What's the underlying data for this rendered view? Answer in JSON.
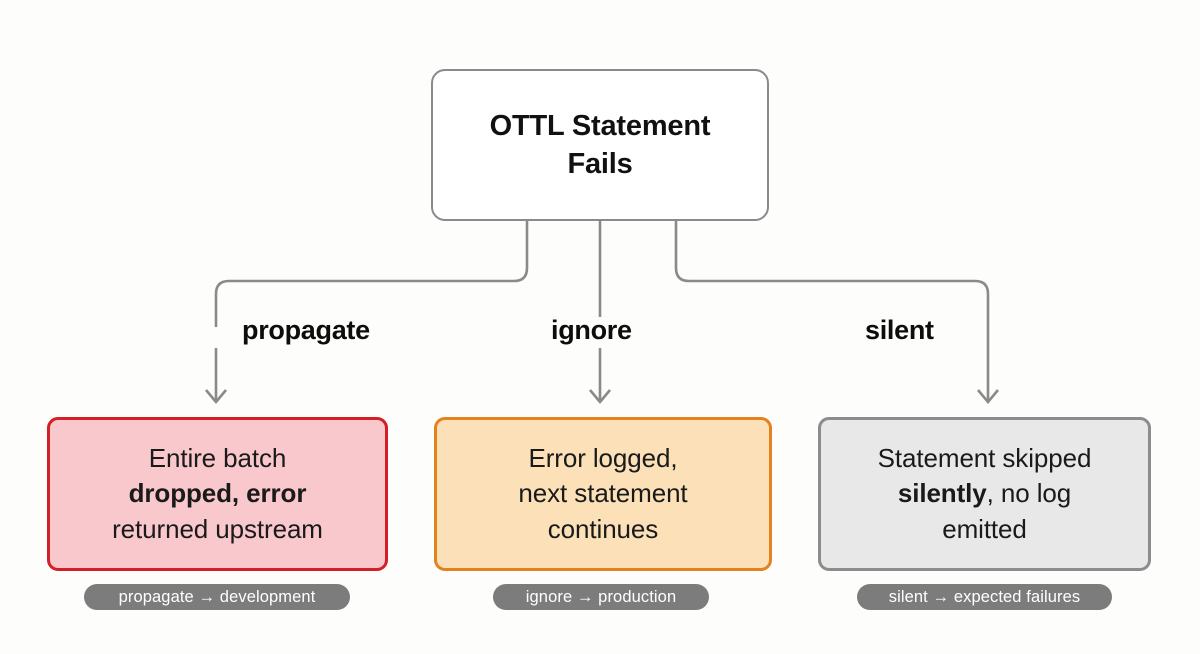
{
  "diagram": {
    "background_color": "#fdfdfb",
    "connector_color": "#8a8a8a",
    "root": {
      "label": "OTTL Statement Fails",
      "line1": "OTTL Statement",
      "line2": "Fails",
      "fill": "#ffffff",
      "border": "#8a8a8a"
    },
    "branches": [
      {
        "key": "propagate",
        "edge_label": "propagate",
        "outcome_line1_pre": "Entire batch",
        "outcome_line2_bold": "dropped, error",
        "outcome_line3_post": "returned upstream",
        "outcome_text": "Entire batch dropped, error returned upstream",
        "fill": "#f9c8cc",
        "border": "#d41f26",
        "chip": "propagate → development",
        "chip_fill": "#7c7c7c",
        "chip_text_color": "#ffffff"
      },
      {
        "key": "ignore",
        "edge_label": "ignore",
        "outcome_line1_pre": "Error logged,",
        "outcome_line2_bold": "",
        "outcome_line3_post": "next statement continues",
        "outcome_text": "Error logged, next statement continues",
        "fill": "#fbe0b8",
        "border": "#e3821f",
        "chip": "ignore → production",
        "chip_fill": "#7c7c7c",
        "chip_text_color": "#ffffff"
      },
      {
        "key": "silent",
        "edge_label": "silent",
        "outcome_line1_pre": "Statement skipped",
        "outcome_line2_bold": "silently",
        "outcome_line3_post": ", no log emitted",
        "outcome_text": "Statement skipped silently, no log emitted",
        "fill": "#e8e8e8",
        "border": "#8c8c8c",
        "chip": "silent → expected failures",
        "chip_fill": "#7c7c7c",
        "chip_text_color": "#ffffff"
      }
    ],
    "outcomes": {
      "propagate": {
        "l1": "Entire batch",
        "l2": "dropped, error",
        "l3": "returned upstream"
      },
      "ignore": {
        "l1": "Error logged,",
        "l2": "next statement",
        "l3": "continues"
      },
      "silent": {
        "l1": "Statement skipped",
        "l2": "silently",
        "l2b": ", no log",
        "l3": "emitted"
      }
    }
  }
}
